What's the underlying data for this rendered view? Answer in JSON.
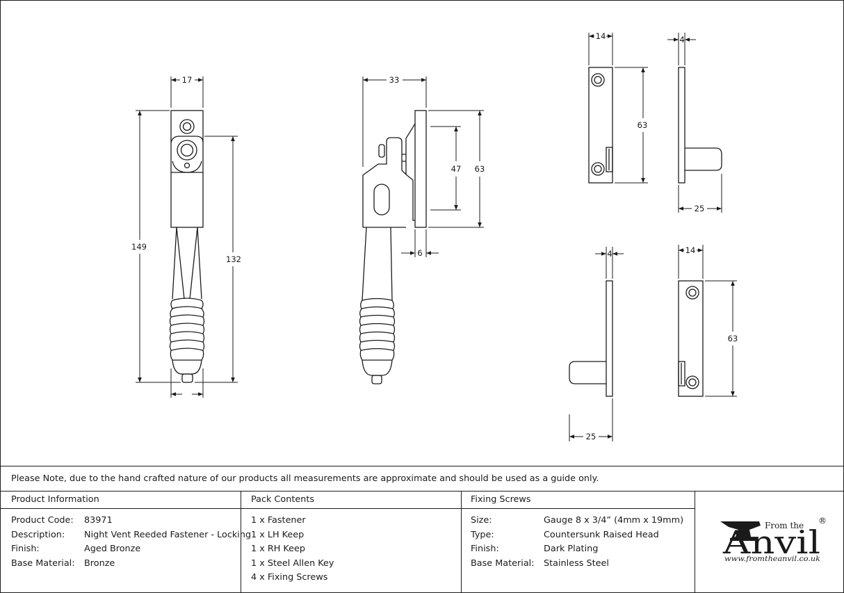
{
  "dimensions": {
    "fastener_front_width": "17",
    "fastener_front_height": "149",
    "fastener_front_center_height": "132",
    "fastener_side_depth": "33",
    "fastener_side_plate_height": "63",
    "fastener_side_slot_height": "47",
    "fastener_side_plate_thickness": "6",
    "lh_keep_width": "14",
    "lh_keep_height": "63",
    "lh_keep_thickness": "4",
    "lh_keep_projection": "25",
    "rh_keep_width": "14",
    "rh_keep_height": "63",
    "rh_keep_thickness": "4",
    "rh_keep_projection": "25"
  },
  "note": "Please Note, due to the hand crafted nature of our products all measurements are approximate and should be used as a guide only.",
  "product_information": {
    "heading": "Product Information",
    "rows": [
      {
        "label": "Product Code:",
        "value": "83971"
      },
      {
        "label": "Description:",
        "value": "Night Vent Reeded Fastener - Locking"
      },
      {
        "label": "Finish:",
        "value": "Aged Bronze"
      },
      {
        "label": "Base Material:",
        "value": "Bronze"
      }
    ]
  },
  "pack_contents": {
    "heading": "Pack Contents",
    "items": [
      "1 x Fastener",
      "1 x LH Keep",
      "1 x RH Keep",
      "1 x Steel Allen Key",
      "4 x Fixing Screws"
    ]
  },
  "fixing_screws": {
    "heading": "Fixing Screws",
    "rows": [
      {
        "label": "Size:",
        "value": "Gauge 8 x 3/4” (4mm x 19mm)"
      },
      {
        "label": "Type:",
        "value": "Countersunk Raised Head"
      },
      {
        "label": "Finish:",
        "value": "Dark Plating"
      },
      {
        "label": "Base Material:",
        "value": "Stainless Steel"
      }
    ]
  },
  "logo": {
    "from_the": "From the",
    "name": "Anvil",
    "registered": "®",
    "url": "www.fromtheanvil.co.uk"
  },
  "colors": {
    "line": "#1a1a1a",
    "background": "#ffffff"
  }
}
